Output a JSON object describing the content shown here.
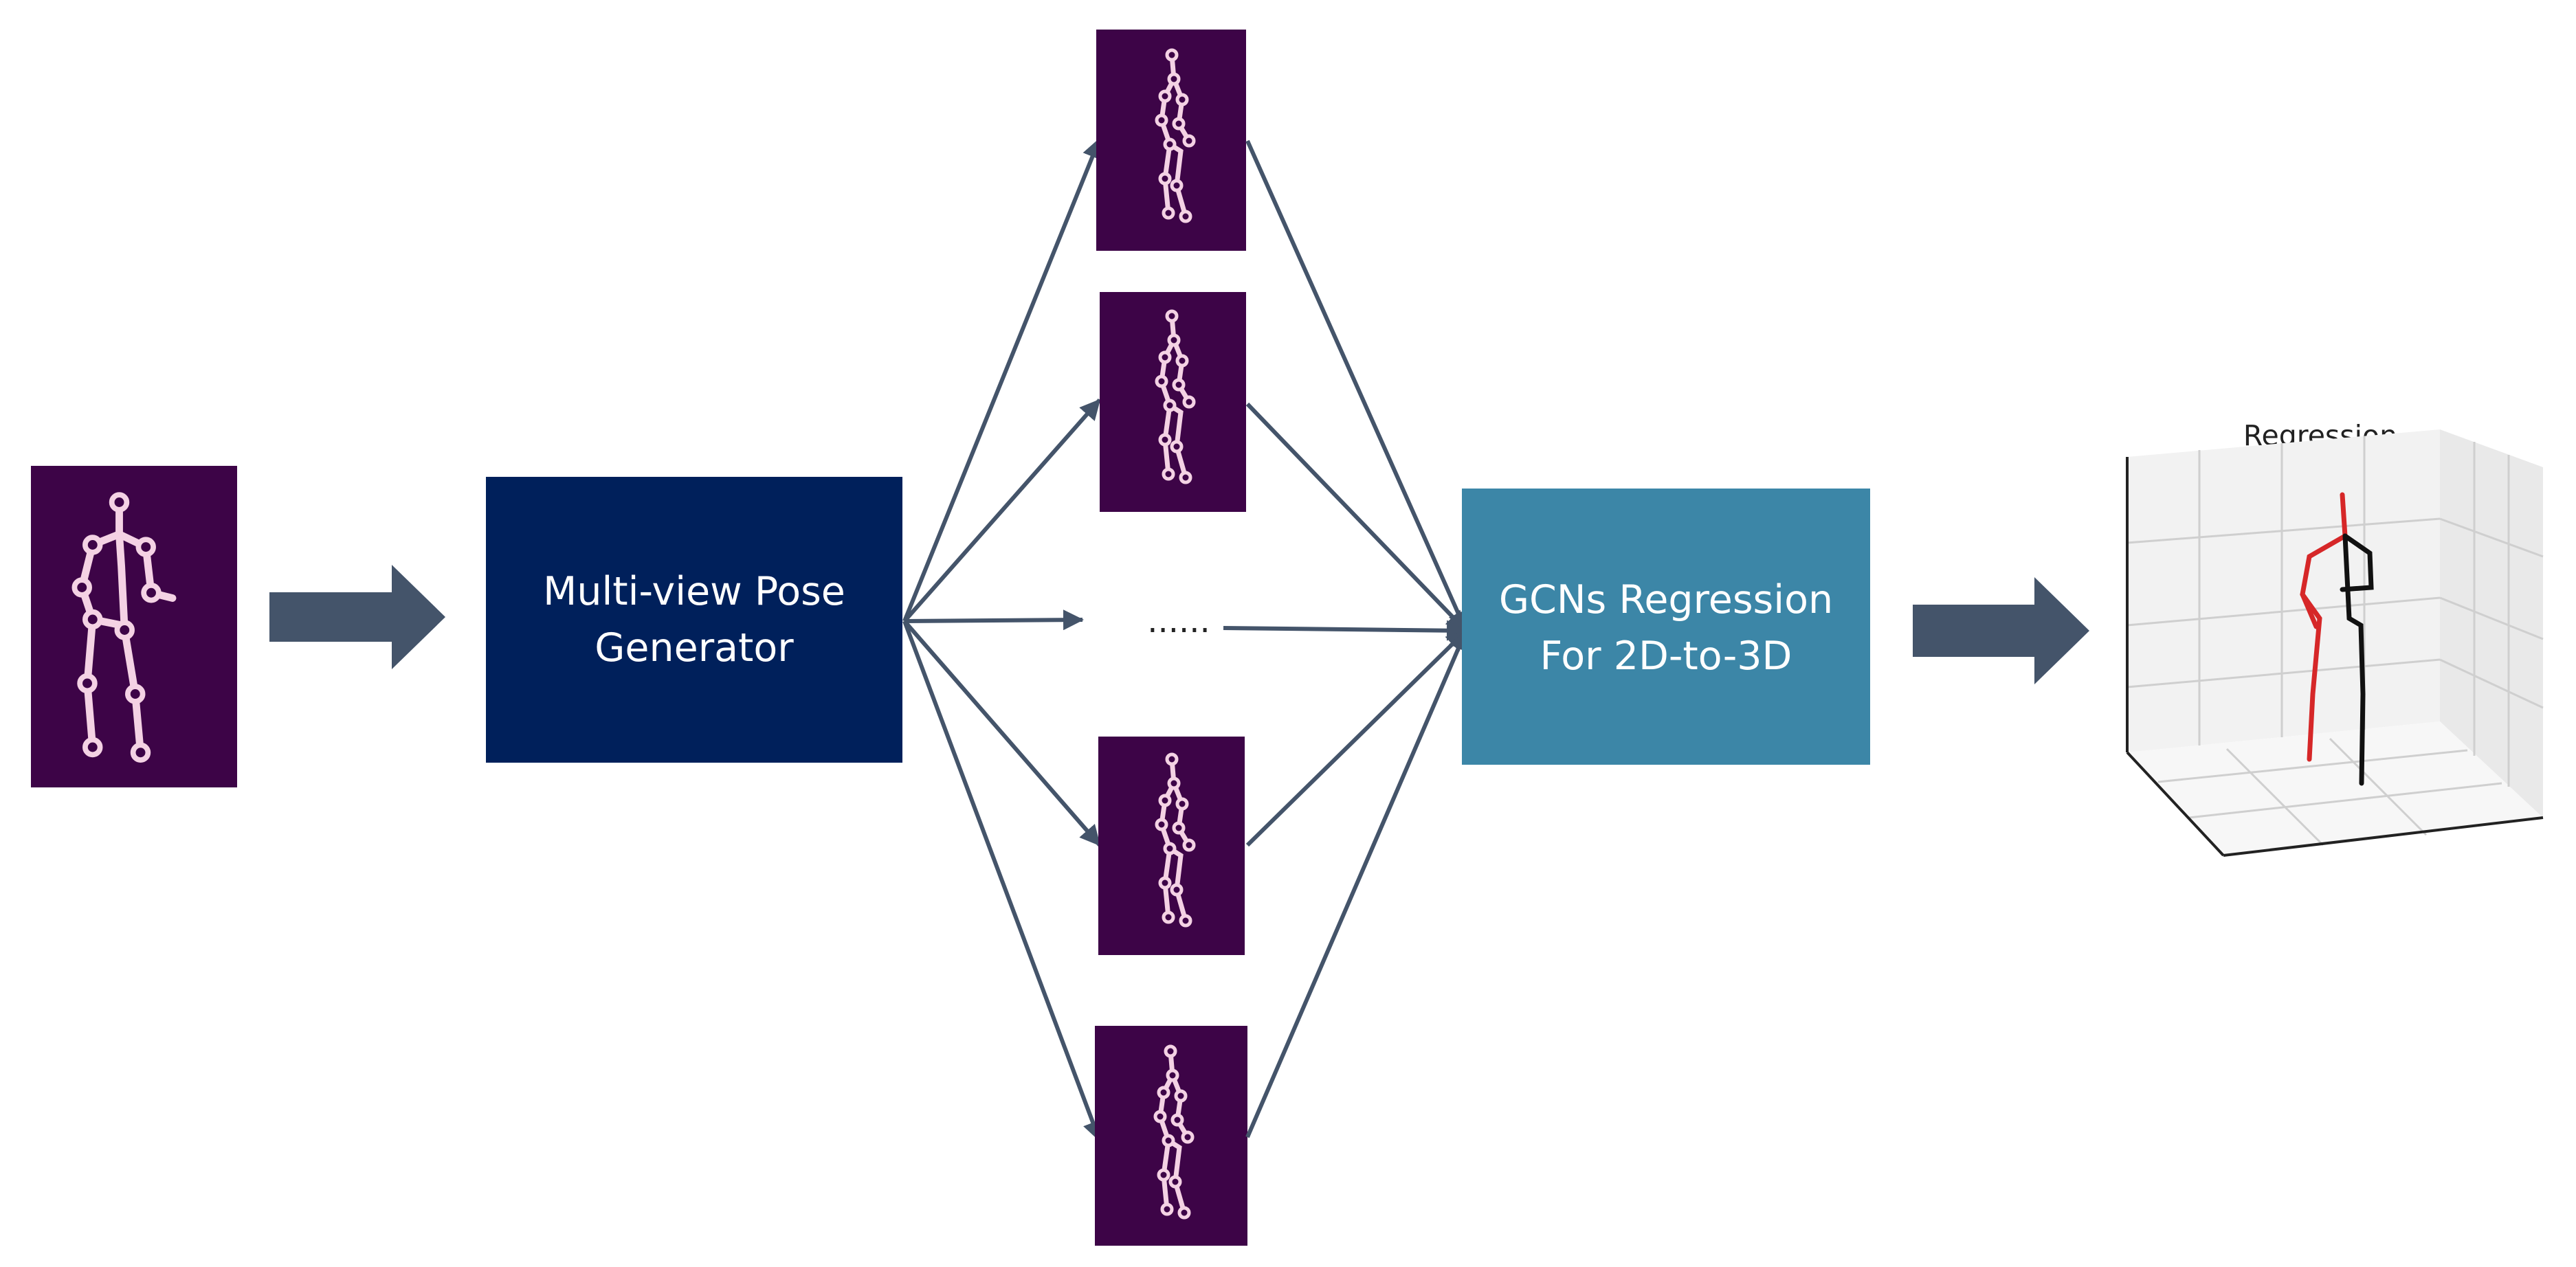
{
  "generator_block": {
    "line1": "Multi-view Pose",
    "line2": "Generator",
    "color": "#00205b"
  },
  "regression_block": {
    "line1": "GCNs Regression",
    "line2": "For 2D-to-3D",
    "color": "#3c86a7"
  },
  "ellipsis": "......",
  "plot_3d": {
    "title": "Regression"
  },
  "colors": {
    "pose_background": "#3d0447",
    "skeleton": "#f4d2e4",
    "arrow": "#44546a",
    "bone_left": "#d62728",
    "bone_right": "#111111"
  },
  "icons": {
    "block_arrow": "thick-right-arrow-icon",
    "connector": "arrow-line-icon"
  }
}
